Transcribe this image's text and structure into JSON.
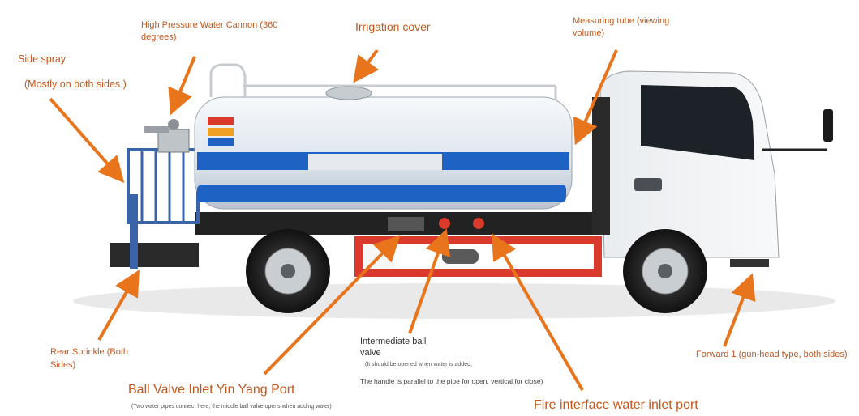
{
  "labels": {
    "side_spray": "Side spray",
    "side_spray_sub": "(Mostly on both sides.)",
    "cannon_line1": "High Pressure Water Cannon (360",
    "cannon_line2": "degrees)",
    "irrigation_cover": "Irrigation cover",
    "measuring_line1": "Measuring tube (viewing",
    "measuring_line2": "volume)",
    "rear_line1": "Rear Sprinkle (Both",
    "rear_line2": "Sides)",
    "ball_valve": "Ball Valve Inlet Yin Yang Port",
    "ball_valve_note": "(Two water pipes connect here, the middle ball valve opens when adding water)",
    "intermediate_line1": "Intermediate ball",
    "intermediate_line2": "valve",
    "intermediate_note": "(It should be opened when water is added,",
    "handle_note": "The handle is parallel to the pipe for open, vertical for close)",
    "fire_interface": "Fire interface water inlet port",
    "forward": "Forward 1 (gun-head type, both sides)"
  },
  "colors": {
    "arrow": "#e8741c",
    "label": "#c4571a",
    "tank_stripe": "#1e63c4",
    "frame_red": "#d93a2b"
  },
  "icons": {
    "arrow": "arrow-icon"
  }
}
